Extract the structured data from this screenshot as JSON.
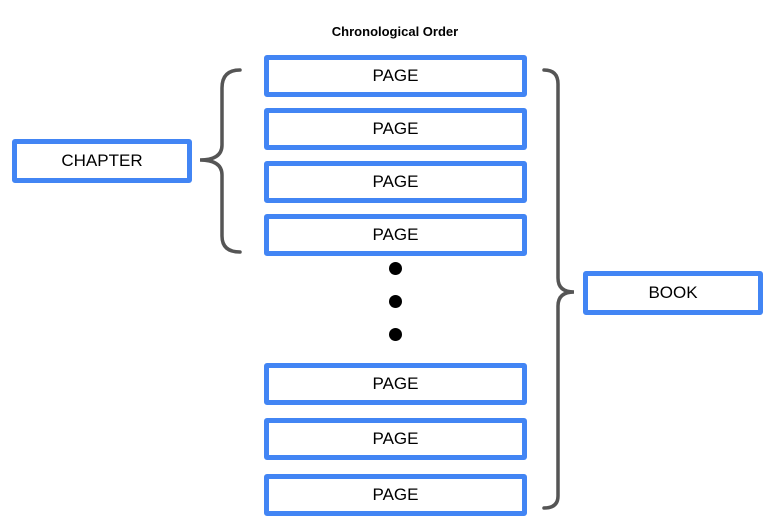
{
  "title": "Chronological Order",
  "pages": [
    "PAGE",
    "PAGE",
    "PAGE",
    "PAGE",
    "PAGE",
    "PAGE",
    "PAGE"
  ],
  "chapter_label": "CHAPTER",
  "book_label": "BOOK",
  "colors": {
    "box_border": "#4285f4",
    "bracket": "#555555",
    "dot": "#000000"
  }
}
